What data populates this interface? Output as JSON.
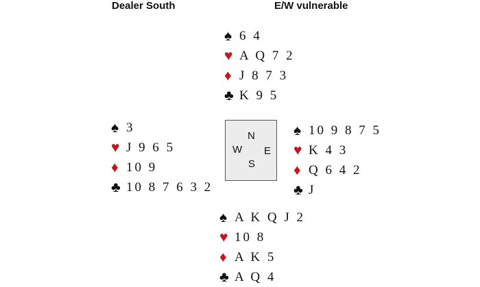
{
  "header": {
    "dealer": "Dealer South",
    "vulnerability": "E/W vulnerable"
  },
  "colors": {
    "red_suit": "#c4161c",
    "black_suit": "#111111",
    "compass_fill": "#ececec"
  },
  "compass": {
    "n": "N",
    "s": "S",
    "e": "E",
    "w": "W"
  },
  "suits": {
    "spades": "♠",
    "hearts": "♥",
    "diamonds": "♦",
    "clubs": "♣"
  },
  "hands": {
    "north": {
      "spades": "6 4",
      "hearts": "A Q 7 2",
      "diamonds": "J 8 7 3",
      "clubs": "K 9 5"
    },
    "west": {
      "spades": "3",
      "hearts": "J 9 6 5",
      "diamonds": "10 9",
      "clubs": "10 8 7 6 3 2"
    },
    "east": {
      "spades": "10 9 8 7 5",
      "hearts": "K 4 3",
      "diamonds": "Q 6 4 2",
      "clubs": "J"
    },
    "south": {
      "spades": "A K Q J 2",
      "hearts": "10 8",
      "diamonds": "A K 5",
      "clubs": "A Q 4"
    }
  }
}
